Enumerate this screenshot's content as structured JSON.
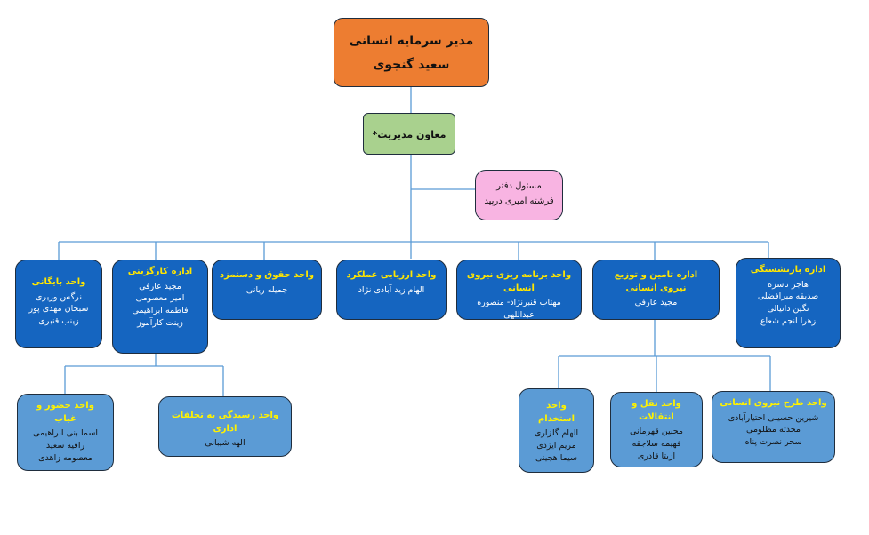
{
  "ceo": {
    "title": "مدیر سرمایه انسانی",
    "name": "سعید گنجوی"
  },
  "deputy": {
    "title": "معاون مدیریت*"
  },
  "office": {
    "title": "مسئول دفتر",
    "name": "فرشته امیری درپید"
  },
  "units": {
    "edare_bazneshastegi": {
      "title": "اداره بازنشستگی",
      "members": [
        "هاجر ناسزه",
        "صدیقه میرافضلی",
        "نگین دانیالی",
        "زهرا انجم شعاع"
      ]
    },
    "edare_tamin": {
      "title": "اداره تامین و توزیع نیروی انسانی",
      "members": [
        "مجید عارفی"
      ]
    },
    "vahed_barnameh": {
      "title": "واحد برنامه ریزی نیروی انسانی",
      "members": [
        "مهتاب قنبرنژاد- منصوره عبداللهی"
      ]
    },
    "vahed_arzyabi": {
      "title": "واحد ارزیابی عملکرد",
      "members": [
        "الهام زید آبادی نژاد"
      ]
    },
    "vahed_hoghoogh": {
      "title": "واحد حقوق و دستمزد",
      "members": [
        "جمیله ریانی"
      ]
    },
    "edare_kargozini": {
      "title": "اداره کارگزینی",
      "members": [
        "مجید عارفی",
        "امیر معصومی",
        "فاطمه ابراهیمی",
        "زینت کارآموز"
      ]
    },
    "vahed_bayegani": {
      "title": "واحد بایگانی",
      "members": [
        "نرگس وزیری",
        "سبحان مهدی پور",
        "زینب قنبری"
      ]
    },
    "vahed_tarh": {
      "title": "واحد طرح نیروی انسانی",
      "members": [
        "شیرین حسینی اختیارآبادی",
        "محدثه مظلومی",
        "سحر نصرت پناه"
      ]
    },
    "vahed_naghl": {
      "title": "واحد نقل و انتقالات",
      "members": [
        "محبین قهرمانی",
        "فهیمه سلاجقه",
        "آزیتا قادری"
      ]
    },
    "vahed_estekhdam": {
      "title": "واحد استخدام",
      "members": [
        "الهام گلزاری",
        "مریم ایزدی",
        "سیما هجینی"
      ]
    },
    "vahed_hozoor": {
      "title": "واحد حضور و غیاب",
      "members": [
        "اسما بنی ابراهیمی",
        "رافیه سعید",
        "معصومه زاهدی"
      ]
    },
    "vahed_residegi": {
      "title": "واحد رسیدگی به تخلفات اداری",
      "members": [
        "الهه شیبانی"
      ]
    }
  },
  "colors": {
    "ceo": "#ed7d31",
    "deputy": "#a9d18e",
    "office": "#f8b4e2",
    "unit_dark": "#1565c0",
    "unit_light": "#5b9bd5",
    "connector": "#5b9bd5",
    "title_text": "#ffe600"
  }
}
